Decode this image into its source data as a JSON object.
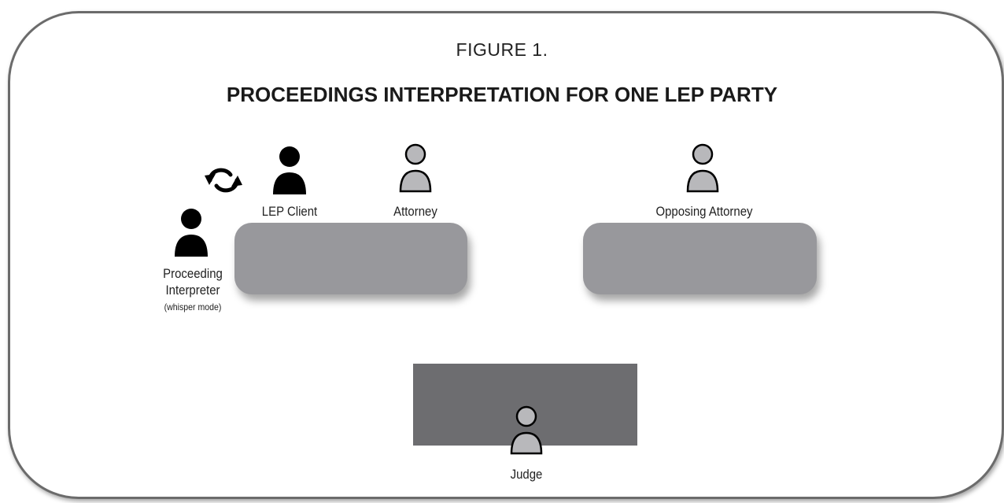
{
  "figure": {
    "number": "FIGURE 1.",
    "title": "PROCEEDINGS INTERPRETATION FOR ONE LEP PARTY"
  },
  "people": {
    "lep_client": {
      "label": "LEP Client",
      "icon": "person-icon",
      "color": "#000000"
    },
    "attorney": {
      "label": "Attorney",
      "icon": "person-icon",
      "color": "#b8b8bb"
    },
    "opposing_attorney": {
      "label": "Opposing Attorney",
      "icon": "person-icon",
      "color": "#b8b8bb"
    },
    "interpreter": {
      "label_line1": "Proceeding",
      "label_line2": "Interpreter",
      "label_line3": "(whisper mode)",
      "icon": "person-icon",
      "color": "#000000"
    },
    "judge": {
      "label": "Judge",
      "icon": "person-icon",
      "color": "#b8b8bb"
    }
  },
  "icons": {
    "exchange": "swap-arrows-icon"
  },
  "colors": {
    "table": "#98989c",
    "bench": "#6d6d70",
    "frame": "#6b6b6b"
  }
}
